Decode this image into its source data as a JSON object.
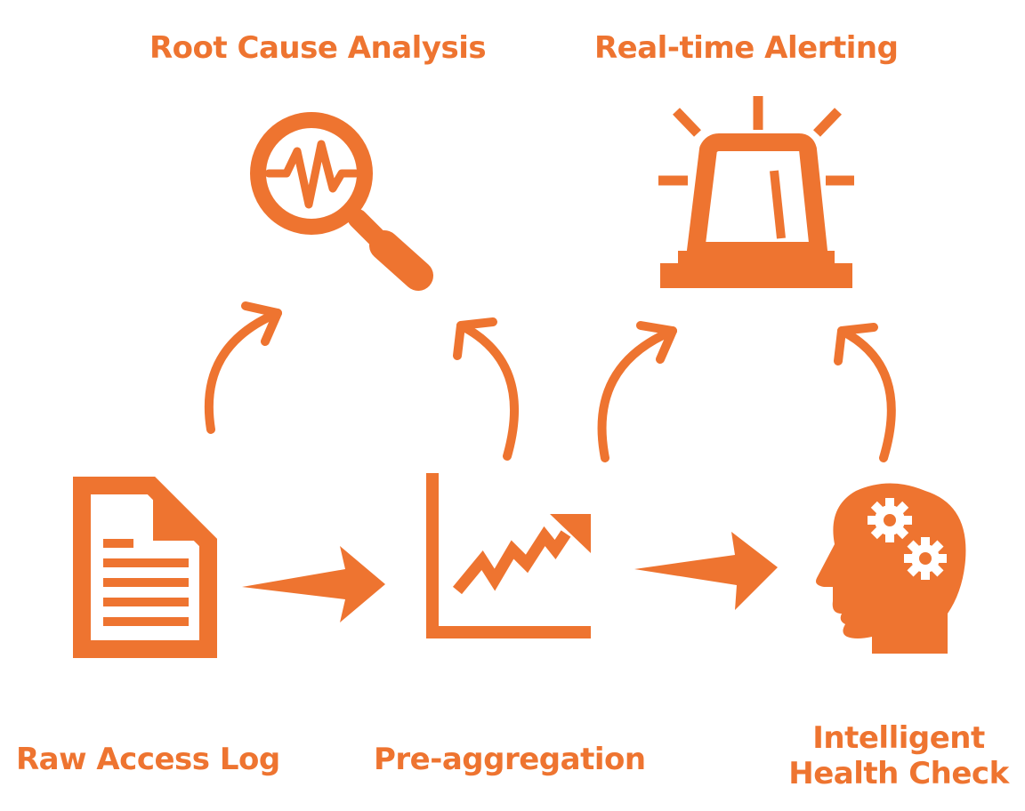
{
  "colors": {
    "accent": "#EE7430",
    "background": "#FFFFFF"
  },
  "labels": {
    "root_cause_analysis": "Root Cause Analysis",
    "real_time_alerting": "Real-time Alerting",
    "raw_access_log": "Raw Access Log",
    "pre_aggregation": "Pre-aggregation",
    "intelligent_health_check_line1": "Intelligent",
    "intelligent_health_check_line2": "Health Check"
  },
  "icons": {
    "root_cause_analysis": "magnifier-pulse-icon",
    "real_time_alerting": "siren-icon",
    "raw_access_log": "document-icon",
    "pre_aggregation": "rising-chart-icon",
    "intelligent_health_check": "head-gears-icon"
  },
  "nodes": [
    {
      "id": "raw_access_log",
      "label": "Raw Access Log"
    },
    {
      "id": "pre_aggregation",
      "label": "Pre-aggregation"
    },
    {
      "id": "intelligent_health_check",
      "label": "Intelligent Health Check"
    },
    {
      "id": "root_cause_analysis",
      "label": "Root Cause Analysis"
    },
    {
      "id": "real_time_alerting",
      "label": "Real-time Alerting"
    }
  ],
  "edges": [
    {
      "from": "raw_access_log",
      "to": "pre_aggregation"
    },
    {
      "from": "pre_aggregation",
      "to": "intelligent_health_check"
    },
    {
      "from": "raw_access_log",
      "to": "root_cause_analysis"
    },
    {
      "from": "pre_aggregation",
      "to": "root_cause_analysis"
    },
    {
      "from": "pre_aggregation",
      "to": "real_time_alerting"
    },
    {
      "from": "intelligent_health_check",
      "to": "real_time_alerting"
    }
  ]
}
